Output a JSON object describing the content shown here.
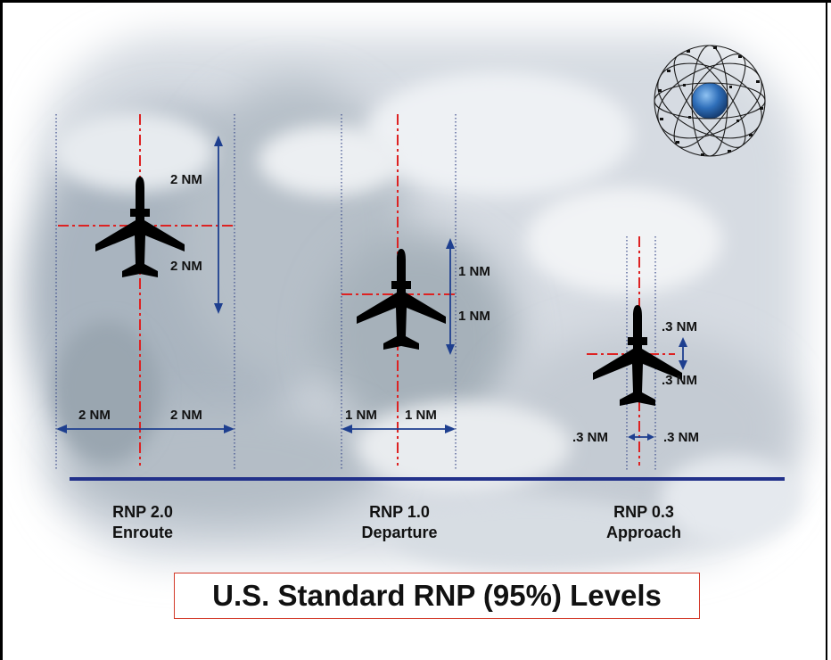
{
  "title": "U.S. Standard RNP (95%) Levels",
  "colors": {
    "centerline": "#dd2222",
    "arrow": "#1e3f8f",
    "boundary": "#3a4a8a",
    "baseline": "#22318a",
    "title_border": "#d33a2a"
  },
  "icons": [
    "airplane-icon",
    "gps-satellite-constellation-icon"
  ],
  "levels": [
    {
      "name": "RNP 2.0",
      "phase": "Enroute",
      "upper_label": "2 NM",
      "lower_label": "2 NM",
      "left_label": "2 NM",
      "right_label": "2 NM"
    },
    {
      "name": "RNP 1.0",
      "phase": "Departure",
      "upper_label": "1 NM",
      "lower_label": "1 NM",
      "left_label": "1 NM",
      "right_label": "1 NM"
    },
    {
      "name": "RNP 0.3",
      "phase": "Approach",
      "upper_label": ".3 NM",
      "lower_label": ".3 NM",
      "left_label": ".3 NM",
      "right_label": ".3 NM"
    }
  ]
}
